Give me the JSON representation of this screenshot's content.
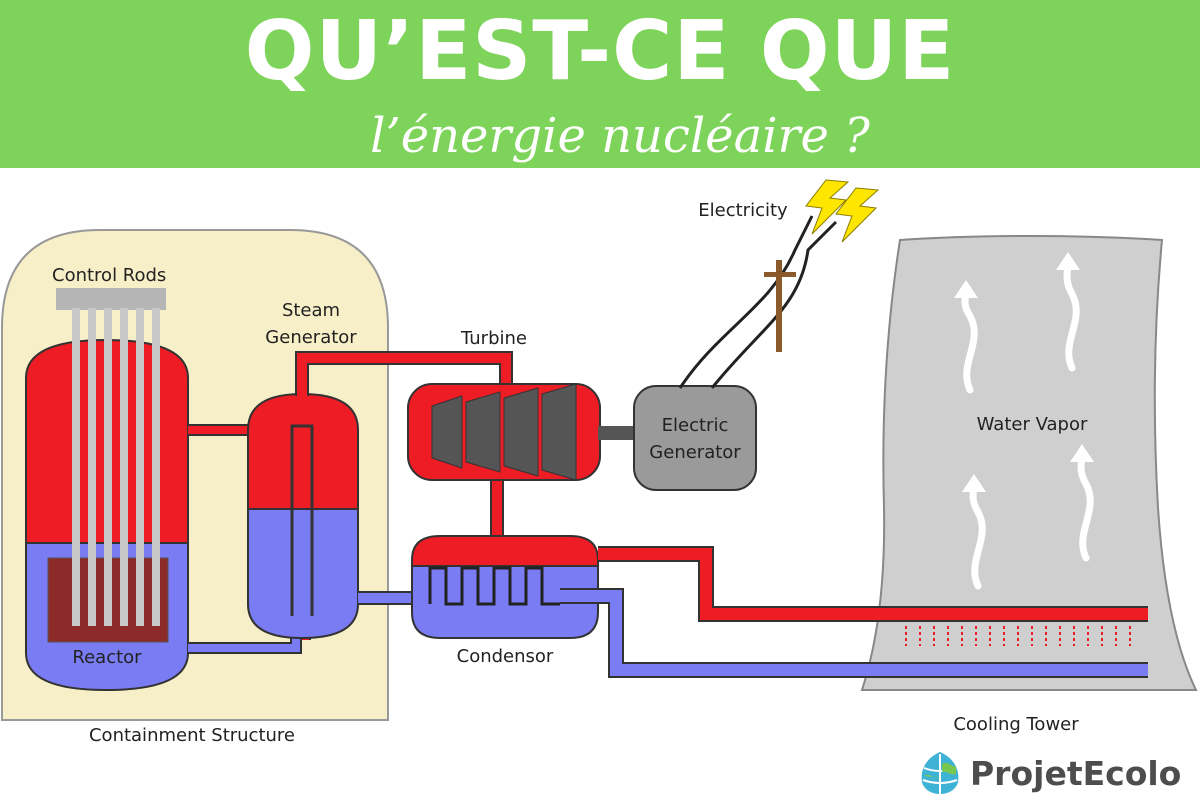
{
  "header": {
    "title": "QU’EST-CE QUE",
    "subtitle": "l’énergie nucléaire ?"
  },
  "diagram": {
    "labels": {
      "control_rods": "Control Rods",
      "steam_generator_1": "Steam",
      "steam_generator_2": "Generator",
      "turbine": "Turbine",
      "electricity": "Electricity",
      "electric_generator_1": "Electric",
      "electric_generator_2": "Generator",
      "water_vapor": "Water Vapor",
      "reactor": "Reactor",
      "condensor": "Condensor",
      "containment_structure": "Containment Structure",
      "cooling_tower": "Cooling Tower"
    },
    "colors": {
      "hot": "#ee1c24",
      "cold": "#7a7cf4",
      "containment": "#f7efc7",
      "tower": "#cfcfcf",
      "generator": "#9a9a9a",
      "core": "#8c2a2a"
    }
  },
  "brand": {
    "name": "ProjetEcolo",
    "icon": "leaf-globe-icon"
  }
}
